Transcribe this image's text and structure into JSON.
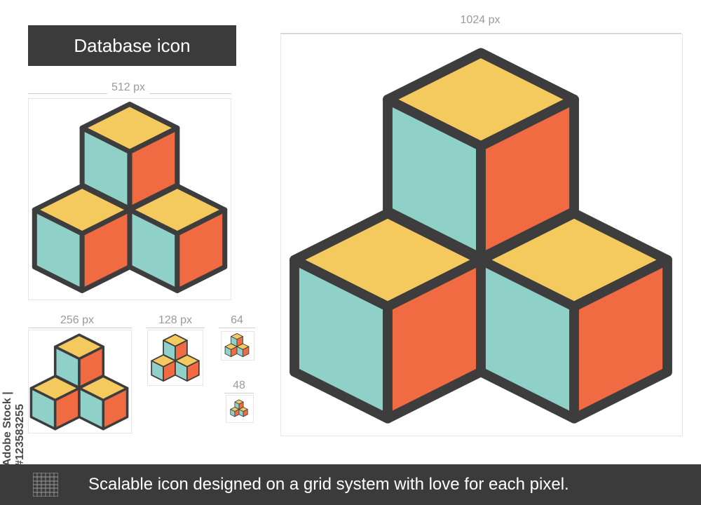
{
  "title": "Database icon",
  "size_labels": {
    "s512": "512 px",
    "s1024": "1024 px",
    "s256": "256 px",
    "s128": "128 px",
    "s64": "64",
    "s48": "48"
  },
  "stock_id": "Adobe Stock | #123583255",
  "footer_text": "Scalable icon designed on a grid system with love for each pixel.",
  "icons": {
    "main": "cubes-icon",
    "footer": "grid-icon"
  },
  "colors": {
    "top": "#f4c95d",
    "left": "#8fd0c9",
    "right": "#f06a42",
    "outline": "#3d3d3d",
    "dark_bar": "#3b3b3b"
  }
}
